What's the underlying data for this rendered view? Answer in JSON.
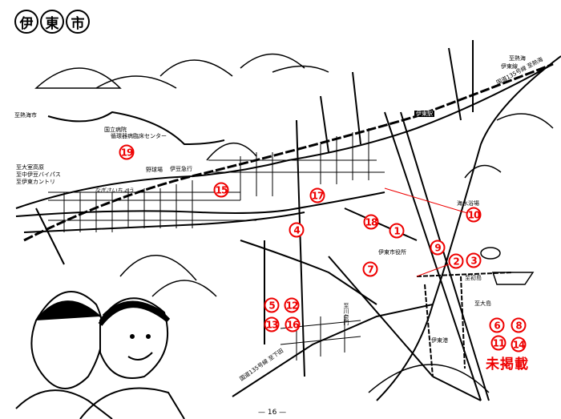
{
  "title": [
    "伊",
    "東",
    "市"
  ],
  "labels": {
    "to_atami_city": "至熱海市",
    "hospital_line1": "国立病院",
    "hospital_line2": "循環器病臨床センター",
    "baseball": "野球場",
    "izu_kyuko": "伊豆急行",
    "to_omuro": "至大室高原",
    "to_nakaizu": "至中伊豆バイパス",
    "to_country": "至伊東カントリ",
    "nagisa": "なぎさいちょう",
    "station": "伊東駅",
    "ito_line": "伊東線",
    "to_atami": "至熱海",
    "route135_atami": "国道135号線 至熱海",
    "beach": "海水浴場",
    "city_hall": "伊東市役所",
    "to_hatsushima": "至初島",
    "to_oshima": "至大島",
    "port": "伊東港",
    "route135_shimoda": "国道135号線 至下田",
    "to_kawana": "至川奈門"
  },
  "markers": [
    "1",
    "2",
    "3",
    "4",
    "5",
    "6",
    "7",
    "8",
    "9",
    "10",
    "11",
    "12",
    "13",
    "14",
    "15",
    "16",
    "17",
    "18",
    "19"
  ],
  "unlisted_label": "未掲載",
  "page_number": "— 16 —",
  "colors": {
    "marker": "#e00000",
    "ink": "#000000"
  }
}
